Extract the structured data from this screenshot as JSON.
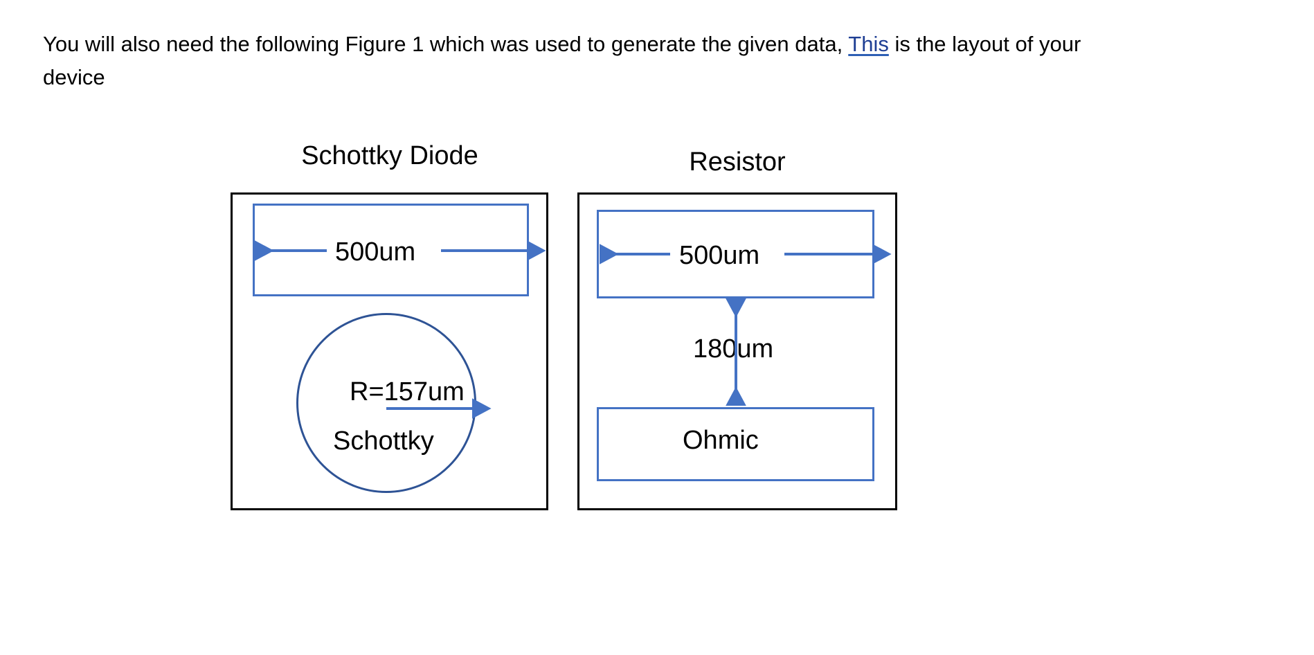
{
  "document": {
    "background_color": "#ffffff",
    "intro": {
      "text_before_link": "You will also need the following Figure 1 which was used to generate the given data, ",
      "link_text": "This",
      "text_after_link": " is the layout of your device"
    }
  },
  "colors": {
    "accent_blue": "#4472C4",
    "circle_blue": "#2E5395",
    "outline_black": "#000000",
    "link_blue": "#1F3F94"
  },
  "figure": {
    "panels": [
      {
        "id": "schottky-diode",
        "title": "Schottky Diode",
        "elements": {
          "top_rect_dimension": "500um",
          "circle_radius_label": "R=157um",
          "circle_contact_label": "Schottky"
        }
      },
      {
        "id": "resistor",
        "title": "Resistor",
        "elements": {
          "top_rect_dimension": "500um",
          "gap_dimension": "180um",
          "bottom_rect_label": "Ohmic"
        }
      }
    ]
  },
  "icons": {
    "arrow_left_right": "double-headed-horizontal-arrow",
    "arrow_up_down": "double-headed-vertical-arrow",
    "arrow_right": "radius-arrow"
  }
}
